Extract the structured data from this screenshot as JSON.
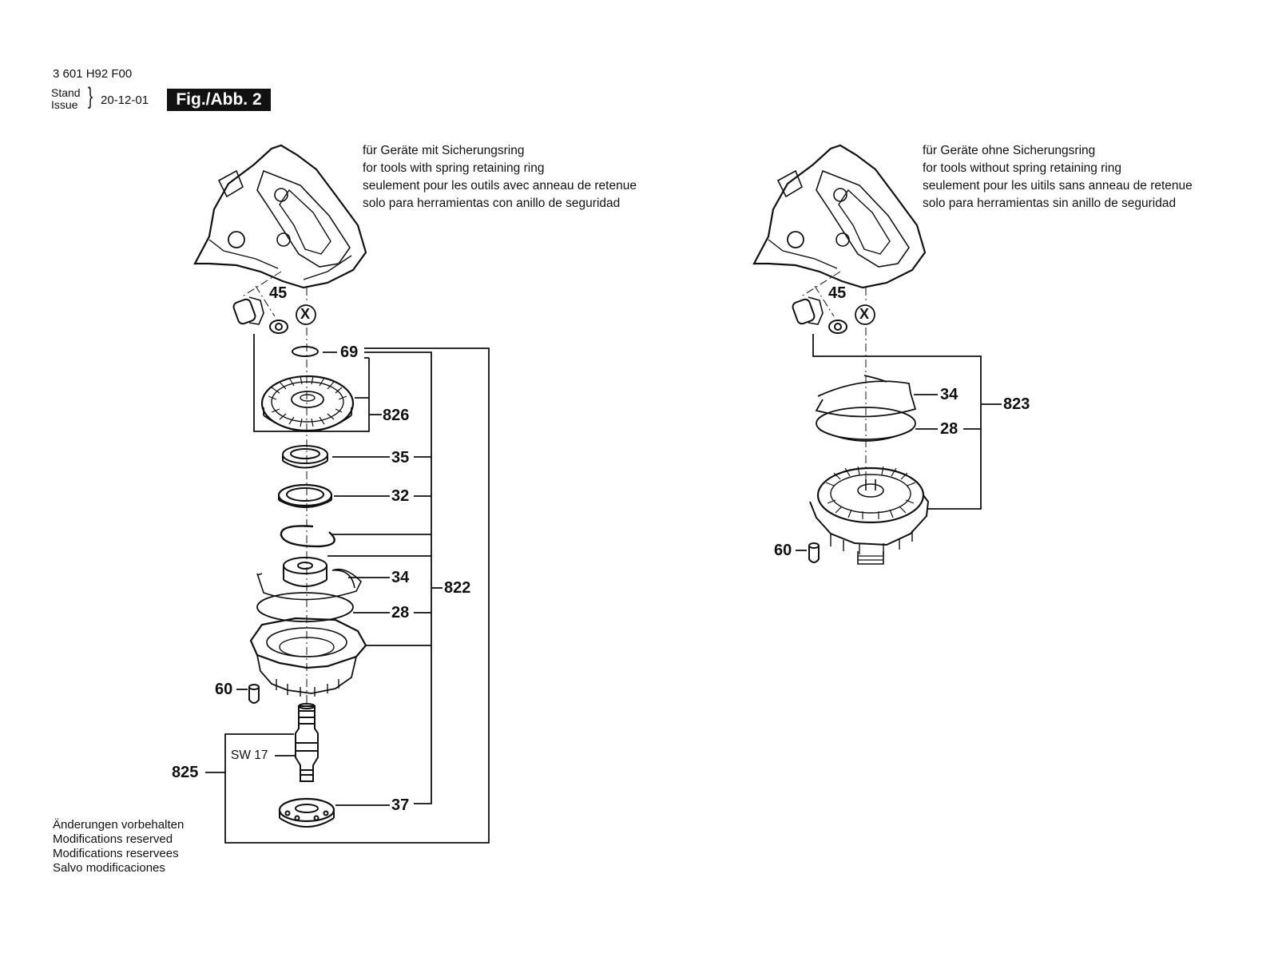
{
  "header": {
    "part_number": "3 601 H92 F00",
    "stand_label": "Stand",
    "issue_label": "Issue",
    "brace": "}",
    "date": "20-12-01",
    "figure_tag": "Fig./Abb. 2"
  },
  "left_assembly": {
    "notes": [
      "für Geräte mit Sicherungsring",
      "for tools with spring retaining ring",
      "seulement pour les outils avec anneau de retenue",
      "solo para herramientas con anillo de seguridad"
    ],
    "callouts": {
      "p45": "45",
      "pX": "X",
      "p69": "69",
      "p826": "826",
      "p35": "35",
      "p32": "32",
      "p34": "34",
      "p822": "822",
      "p28": "28",
      "p60": "60",
      "pSW17": "SW 17",
      "p825": "825",
      "p37": "37"
    }
  },
  "right_assembly": {
    "notes": [
      "für Geräte ohne Sicherungsring",
      "for tools without spring retaining ring",
      "seulement pour les uitils sans anneau de retenue",
      "solo para herramientas sin anillo de seguridad"
    ],
    "callouts": {
      "p45": "45",
      "pX": "X",
      "p34": "34",
      "p823": "823",
      "p28": "28",
      "p60": "60"
    }
  },
  "footer_notes": [
    "Änderungen vorbehalten",
    "Modifications reserved",
    "Modifications reservees",
    "Salvo modificaciones"
  ]
}
